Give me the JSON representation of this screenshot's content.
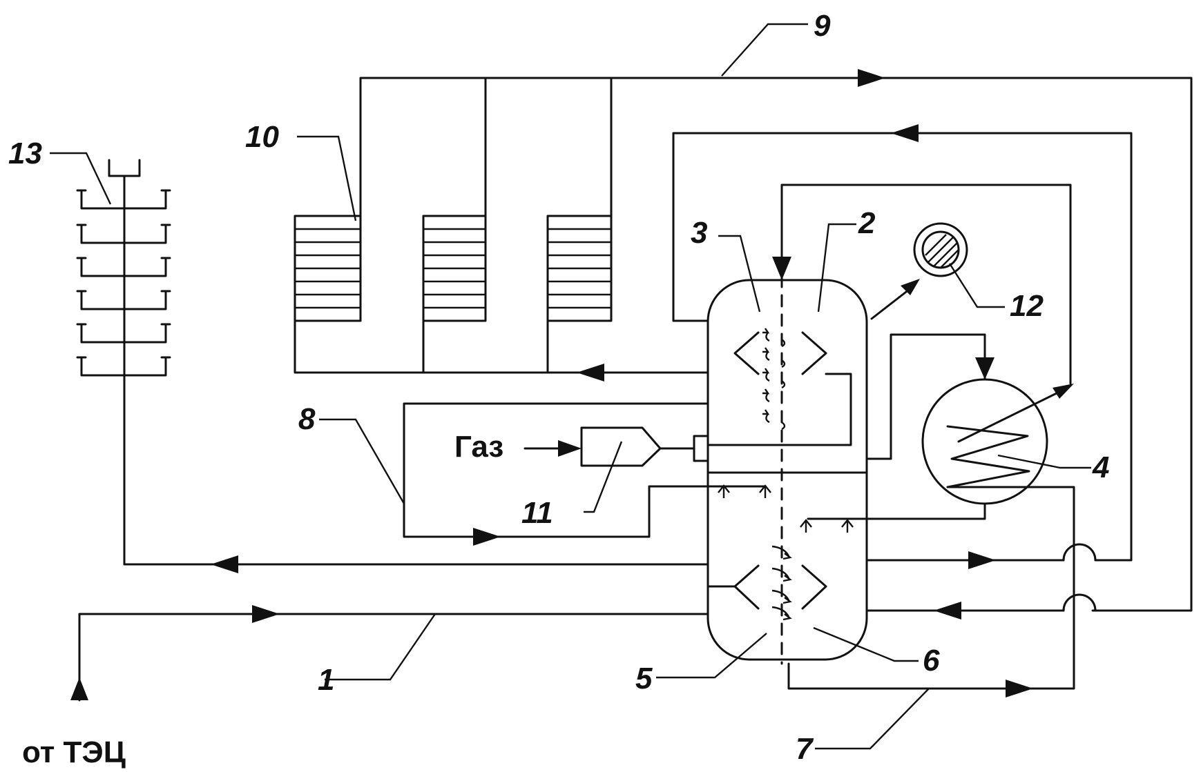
{
  "labels": {
    "n1": "1",
    "n2": "2",
    "n3": "3",
    "n4": "4",
    "n5": "5",
    "n6": "6",
    "n7": "7",
    "n8": "8",
    "n9": "9",
    "n10": "10",
    "n11": "11",
    "n12": "12",
    "n13": "13"
  },
  "texts": {
    "gas": "Газ",
    "source": "от ТЭЦ"
  }
}
